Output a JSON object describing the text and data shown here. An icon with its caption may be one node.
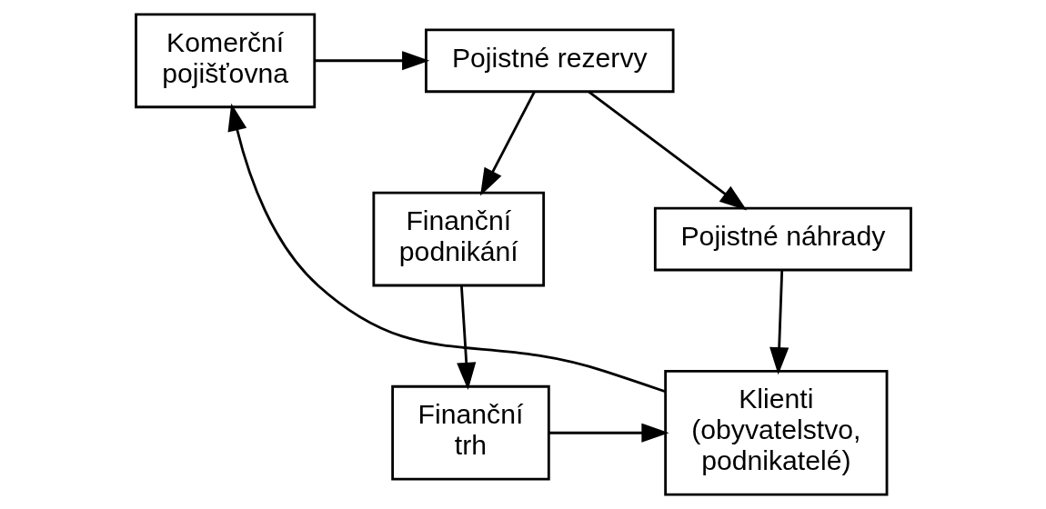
{
  "diagram": {
    "nodes": [
      {
        "text": [
          "Komerční pojišťovna"
        ]
      },
      {
        "text": [
          "Pojistné rezervy"
        ]
      },
      {
        "text": [
          "Finanční podnikání"
        ]
      },
      {
        "text": [
          "Pojistné náhrady"
        ]
      },
      {
        "text": [
          "Klienti (obyvatelstvo, podnikatelé)"
        ]
      },
      {
        "text": [
          "Finanční trh"
        ]
      }
    ],
    "edges": [
      {
        "from": 0,
        "to": 1,
        "arrow": "to"
      },
      {
        "from": 1,
        "to": 2,
        "arrow": "to"
      },
      {
        "from": 1,
        "to": 3,
        "arrow": "to"
      },
      {
        "from": 2,
        "to": 5,
        "arrow": "to"
      },
      {
        "from": 3,
        "to": 4,
        "arrow": "to"
      },
      {
        "from": 5,
        "to": 4,
        "arrow": "to"
      },
      {
        "from": 4,
        "to": 0,
        "arrow": "to"
      }
    ]
  }
}
